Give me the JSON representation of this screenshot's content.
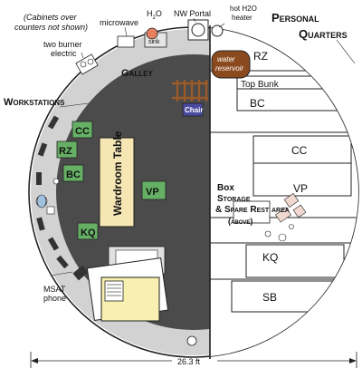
{
  "labels": {
    "cabinets_note_1": "(Cabinets over",
    "cabinets_note_2": "counters not shown)",
    "microwave": "microwave",
    "h2o": "H",
    "h2o_sub": "2",
    "h2o_o": "O",
    "nw_portal": "NW Portal",
    "hot_h2o_1": "hot H2O",
    "hot_h2o_2": "heater",
    "sink": "sink",
    "two_burner_1": "two burner",
    "two_burner_2": "electric",
    "workstations": "Workstations",
    "galley": "Galley",
    "water_res_1": "water",
    "water_res_2": "reservoir",
    "chair": "Chair",
    "wardroom_table": "Wardroom Table",
    "msat_1": "MSAT",
    "msat_2": "phone",
    "personal_quarters_1": "Personal",
    "personal_quarters_2": "Quarters",
    "rz_right": "RZ",
    "top_bunk": "Top Bunk",
    "bc_right": "BC",
    "cc_right": "CC",
    "vp_right": "VP",
    "box": "Box",
    "storage": "Storage",
    "spare_rest": "& Spare Rest area",
    "above": "(above)",
    "kq_right": "KQ",
    "sb": "SB",
    "dimension": "26.3 ft"
  },
  "workstation_labels": [
    "CC",
    "RZ",
    "BC",
    "KQ"
  ],
  "vp_left": "VP",
  "colors": {
    "floor": "#4b4b4b",
    "counter": "#c8c8c8",
    "workstation": "#66b066",
    "table": "#f5e6b4",
    "reservoir": "#8b4a1e",
    "chair": "#4a4aa0",
    "ladder": "#9b5a2a",
    "sink": "#e58060"
  }
}
